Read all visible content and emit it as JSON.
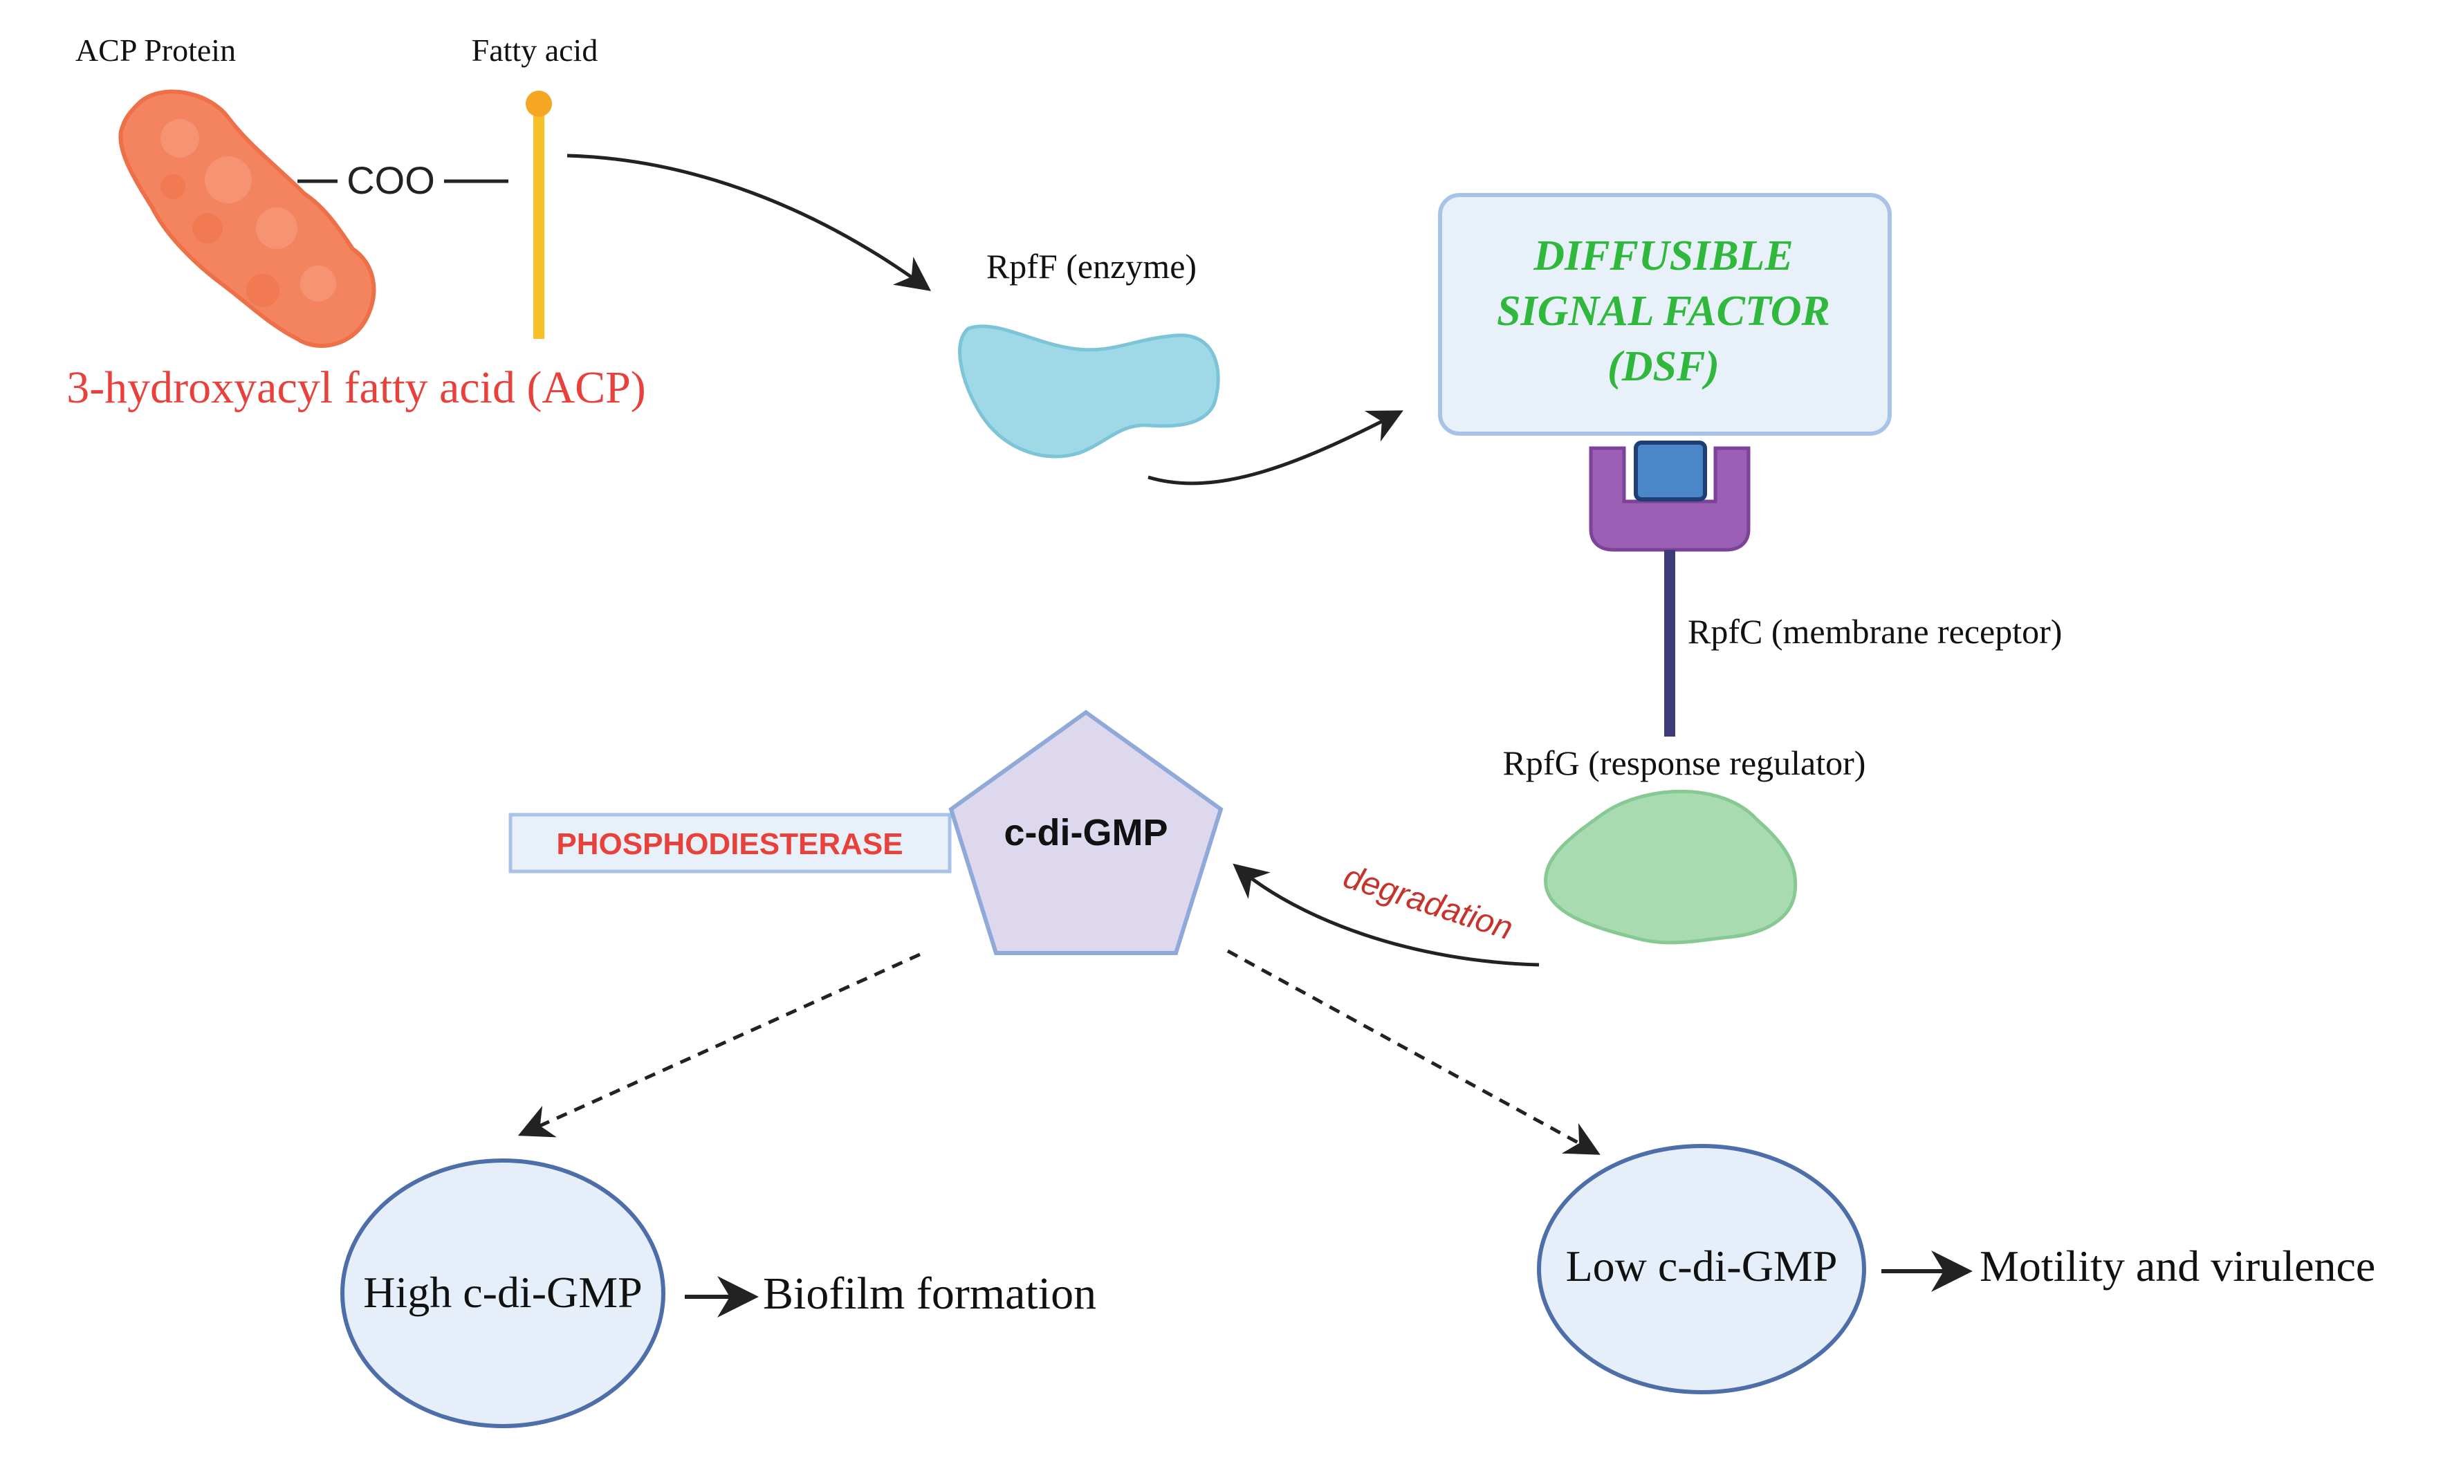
{
  "labels": {
    "acp_protein": "ACP Protein",
    "fatty_acid": "Fatty acid",
    "coo": "COO",
    "hydroxyacyl": "3-hydroxyacyl fatty acid (ACP)",
    "rpff": "RpfF (enzyme)",
    "dsf_line1": "DIFFUSIBLE",
    "dsf_line2": "SIGNAL FACTOR",
    "dsf_line3": "(DSF)",
    "rpfc": "RpfC (membrane receptor)",
    "rpfg": "RpfG (response regulator)",
    "phosphodiesterase": "PHOSPHODIESTERASE",
    "cdigmp": "c-di-GMP",
    "degradation": "degradation",
    "high": "High c-di-GMP",
    "biofilm": "Biofilm formation",
    "low": "Low c-di-GMP",
    "motility": "Motility and virulence"
  },
  "colors": {
    "acp_protein": "#f4845f",
    "fatty_acid_stick": "#f6c026",
    "fatty_acid_head": "#f5a623",
    "red_label": "#e8403a",
    "rpff_enzyme": "#9fd8e6",
    "dsf_box_fill": "#e8f0fa",
    "dsf_box_stroke": "#a9c3e8",
    "dsf_text": "#2fb83c",
    "receptor_purple": "#9b5fb5",
    "receptor_blue": "#4a86c8",
    "receptor_stalk": "#3d3a78",
    "rpfg_green": "#a8dbb0",
    "pentagon_fill": "#ddd8ee",
    "pentagon_stroke": "#8fa9d8",
    "ellipse_fill": "#e5eef9",
    "ellipse_stroke": "#4d6ea8"
  }
}
